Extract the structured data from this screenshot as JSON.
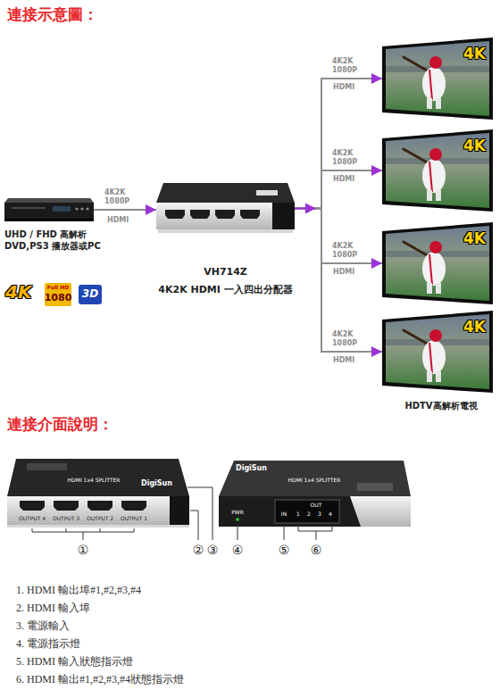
{
  "diagram": {
    "title": "連接示意圖：",
    "nodes": [
      {
        "text": [
          "UHD / FHD 高解析 DVD,PS3 播放器或PC"
        ]
      },
      {
        "text": [
          "VH714Z",
          "4K2K HDMI 一入四出分配器"
        ]
      },
      {
        "text": [
          "4K"
        ]
      },
      {
        "text": [
          "4K"
        ]
      },
      {
        "text": [
          "4K"
        ]
      },
      {
        "text": [
          "4K"
        ]
      }
    ],
    "edges": [
      {
        "from": 0,
        "to": 1,
        "label": "4K2K 1080P",
        "arrow": "to"
      },
      {
        "from": 1,
        "to": 2,
        "label": "4K2K 1080P",
        "arrow": "to"
      },
      {
        "from": 1,
        "to": 3,
        "label": "4K2K 1080P",
        "arrow": "to"
      },
      {
        "from": 1,
        "to": 4,
        "label": "4K2K 1080P",
        "arrow": "to"
      },
      {
        "from": 1,
        "to": 5,
        "label": "4K2K 1080P",
        "arrow": "to"
      }
    ],
    "labels": [
      "HDMI",
      "HDMI",
      "HDMI",
      "HDMI",
      "HDMI",
      "4K",
      "Full HD",
      "1080",
      "3D",
      "HDTV高解析電視",
      "連接介面說明：",
      "HDMI 1x4 SPLITTER",
      "DigiSun",
      "OUTPUT 4",
      "OUTPUT 3",
      "OUTPUT 2",
      "OUTPUT 1",
      "DigiSun",
      "HDMI 1x4 SPLITTER",
      "PWR",
      "IN",
      "OUT",
      "1",
      "2",
      "3",
      "4",
      "①",
      "②",
      "③",
      "④",
      "⑤",
      "⑥",
      "1. HDMI 輸出埠#1,#2,#3,#4",
      "2. HDMI 輸入埠",
      "3. 電源輸入",
      "4. 電源指示燈",
      "5. HDMI 輸入狀態指示燈",
      "6. HDMI 輸出#1,#2,#3,#4狀態指示燈"
    ]
  }
}
